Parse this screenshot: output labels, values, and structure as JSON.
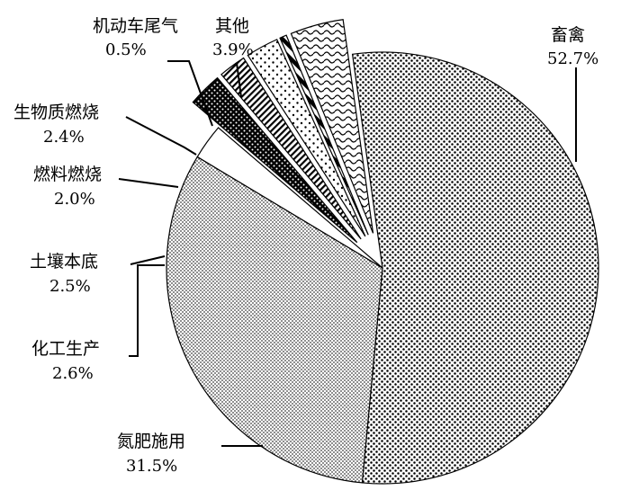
{
  "chart_data": {
    "type": "pie",
    "title": "",
    "slices": [
      {
        "label": "畜禽",
        "percent_text": "52.7%",
        "value": 52.7,
        "pattern": "dots-dense"
      },
      {
        "label": "氮肥施用",
        "percent_text": "31.5%",
        "value": 31.5,
        "pattern": "dots-fine"
      },
      {
        "label": "化工生产",
        "percent_text": "2.6%",
        "value": 2.6,
        "pattern": "none"
      },
      {
        "label": "土壤本底",
        "percent_text": "2.5%",
        "value": 2.5,
        "pattern": "black-dots"
      },
      {
        "label": "燃料燃烧",
        "percent_text": "2.0%",
        "value": 2.0,
        "pattern": "stripes-fine"
      },
      {
        "label": "生物质燃烧",
        "percent_text": "2.4%",
        "value": 2.4,
        "pattern": "dots-sparse"
      },
      {
        "label": "机动车尾气",
        "percent_text": "0.5%",
        "value": 0.5,
        "pattern": "stripes-bold"
      },
      {
        "label": "其他",
        "percent_text": "3.9%",
        "value": 3.9,
        "pattern": "waves"
      }
    ],
    "colors": {
      "outline": "#000000",
      "fill": "#ffffff"
    }
  }
}
